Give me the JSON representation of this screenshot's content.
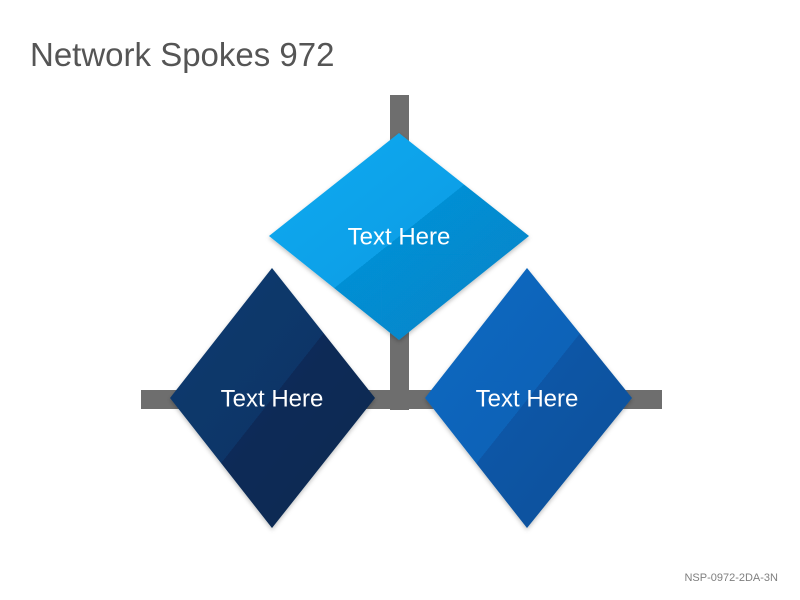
{
  "title": "Network Spokes 972",
  "diamonds": {
    "top": {
      "label": "Text Here",
      "color": "#0aa3ea"
    },
    "left": {
      "label": "Text Here",
      "color": "#0b3466"
    },
    "right": {
      "label": "Text Here",
      "color": "#0a63b8"
    }
  },
  "connector_color": "#6e6e6e",
  "code": "NSP-0972-2DA-3N"
}
